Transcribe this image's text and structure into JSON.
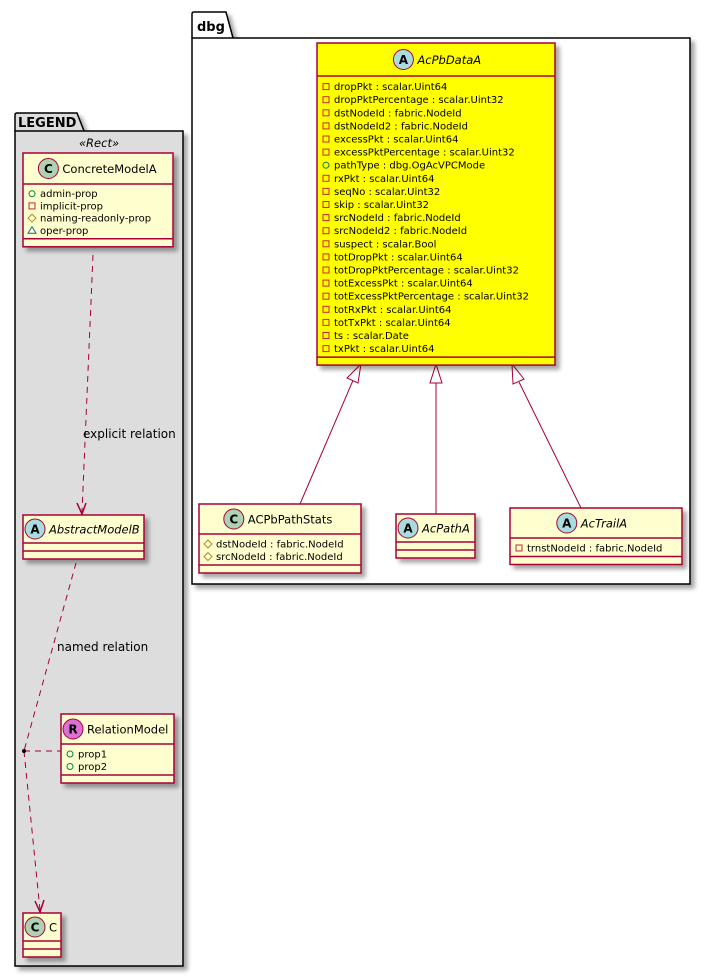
{
  "colors": {
    "border": "#A80036",
    "class_fill": "#FEFECE",
    "highlight_fill": "#FFFF00",
    "legend_fill": "#DDDDDD",
    "abstract_icon": "#A9DCDF",
    "class_icon": "#ADD1B2",
    "relation_icon": "#DA70D6",
    "public_vis": "#038048",
    "private_vis": "#C82930",
    "protected_vis": "#B38D22",
    "package_vis": "#1963A0"
  },
  "packages": {
    "dbg": {
      "label": "dbg"
    },
    "legend": {
      "label": "LEGEND",
      "stereotype": "«Rect»"
    }
  },
  "classes": {
    "acpbdataa": {
      "name": "AcPbDataA",
      "kind": "abstract",
      "icon_letter": "A",
      "attributes": [
        {
          "vis": "private",
          "text": "dropPkt : scalar.Uint64"
        },
        {
          "vis": "private",
          "text": "dropPktPercentage : scalar.Uint32"
        },
        {
          "vis": "private",
          "text": "dstNodeId : fabric.NodeId"
        },
        {
          "vis": "private",
          "text": "dstNodeId2 : fabric.NodeId"
        },
        {
          "vis": "private",
          "text": "excessPkt : scalar.Uint64"
        },
        {
          "vis": "private",
          "text": "excessPktPercentage : scalar.Uint32"
        },
        {
          "vis": "public",
          "text": "pathType : dbg.OgAcVPCMode"
        },
        {
          "vis": "private",
          "text": "rxPkt : scalar.Uint64"
        },
        {
          "vis": "private",
          "text": "seqNo : scalar.Uint32"
        },
        {
          "vis": "private",
          "text": "skip : scalar.Uint32"
        },
        {
          "vis": "private",
          "text": "srcNodeId : fabric.NodeId"
        },
        {
          "vis": "private",
          "text": "srcNodeId2 : fabric.NodeId"
        },
        {
          "vis": "private",
          "text": "suspect : scalar.Bool"
        },
        {
          "vis": "private",
          "text": "totDropPkt : scalar.Uint64"
        },
        {
          "vis": "private",
          "text": "totDropPktPercentage : scalar.Uint32"
        },
        {
          "vis": "private",
          "text": "totExcessPkt : scalar.Uint64"
        },
        {
          "vis": "private",
          "text": "totExcessPktPercentage : scalar.Uint32"
        },
        {
          "vis": "private",
          "text": "totRxPkt : scalar.Uint64"
        },
        {
          "vis": "private",
          "text": "totTxPkt : scalar.Uint64"
        },
        {
          "vis": "private",
          "text": "ts : scalar.Date"
        },
        {
          "vis": "private",
          "text": "txPkt : scalar.Uint64"
        }
      ]
    },
    "acpbpathstats": {
      "name": "ACPbPathStats",
      "kind": "class",
      "icon_letter": "C",
      "attributes": [
        {
          "vis": "protected",
          "text": "dstNodeId : fabric.NodeId"
        },
        {
          "vis": "protected",
          "text": "srcNodeId : fabric.NodeId"
        }
      ]
    },
    "acpatha": {
      "name": "AcPathA",
      "kind": "abstract",
      "icon_letter": "A",
      "attributes": []
    },
    "actraila": {
      "name": "AcTrailA",
      "kind": "abstract",
      "icon_letter": "A",
      "attributes": [
        {
          "vis": "private",
          "text": "trnstNodeId : fabric.NodeId"
        }
      ]
    },
    "concretemodela": {
      "name": "ConcreteModelA",
      "kind": "class",
      "icon_letter": "C",
      "attributes": [
        {
          "vis": "public",
          "text": "admin-prop"
        },
        {
          "vis": "private",
          "text": "implicit-prop"
        },
        {
          "vis": "protected",
          "text": "naming-readonly-prop"
        },
        {
          "vis": "package",
          "text": "oper-prop"
        }
      ]
    },
    "abstractmodelb": {
      "name": "AbstractModelB",
      "kind": "abstract",
      "icon_letter": "A",
      "attributes": []
    },
    "relationmodel": {
      "name": "RelationModel",
      "kind": "relation",
      "icon_letter": "R",
      "attributes": [
        {
          "vis": "public",
          "text": "prop1"
        },
        {
          "vis": "public",
          "text": "prop2"
        }
      ]
    },
    "c": {
      "name": "C",
      "kind": "class",
      "icon_letter": "C",
      "attributes": []
    }
  },
  "relations": {
    "explicit": {
      "label": "explicit relation"
    },
    "named": {
      "label": "named relation"
    }
  }
}
